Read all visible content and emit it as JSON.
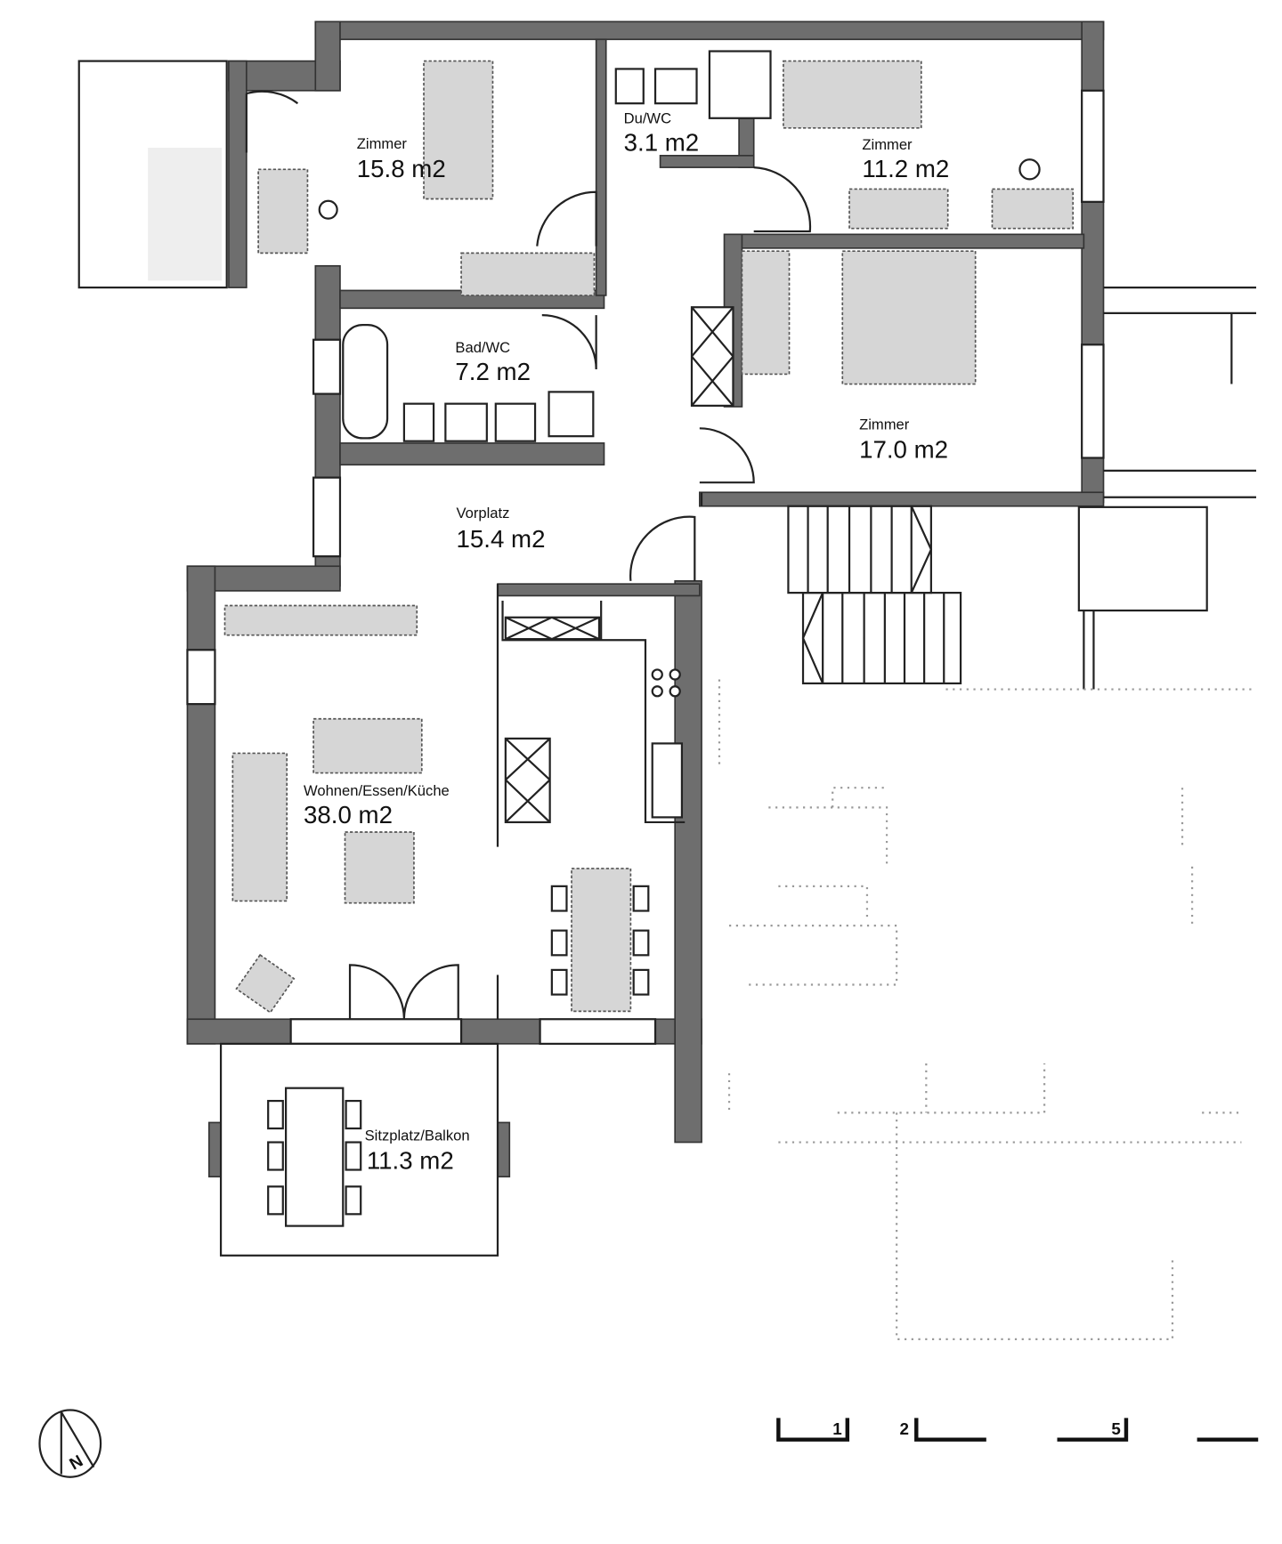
{
  "rooms": [
    {
      "name": "Zimmer",
      "area": "15.8 m2"
    },
    {
      "name": "Du/WC",
      "area": "3.1 m2"
    },
    {
      "name": "Zimmer",
      "area": "11.2 m2"
    },
    {
      "name": "Bad/WC",
      "area": "7.2 m2"
    },
    {
      "name": "Zimmer",
      "area": "17.0 m2"
    },
    {
      "name": "Vorplatz",
      "area": "15.4 m2"
    },
    {
      "name": "Wohnen/Essen/Küche",
      "area": "38.0 m2"
    },
    {
      "name": "Sitzplatz/Balkon",
      "area": "11.3 m2"
    }
  ],
  "north_arrow": {
    "label": "N"
  },
  "scale_bar": {
    "ticks": [
      "1",
      "2",
      "5"
    ]
  },
  "colors": {
    "wall": "#6e6e6e",
    "furniture": "#d6d6d6",
    "line": "#222222"
  }
}
